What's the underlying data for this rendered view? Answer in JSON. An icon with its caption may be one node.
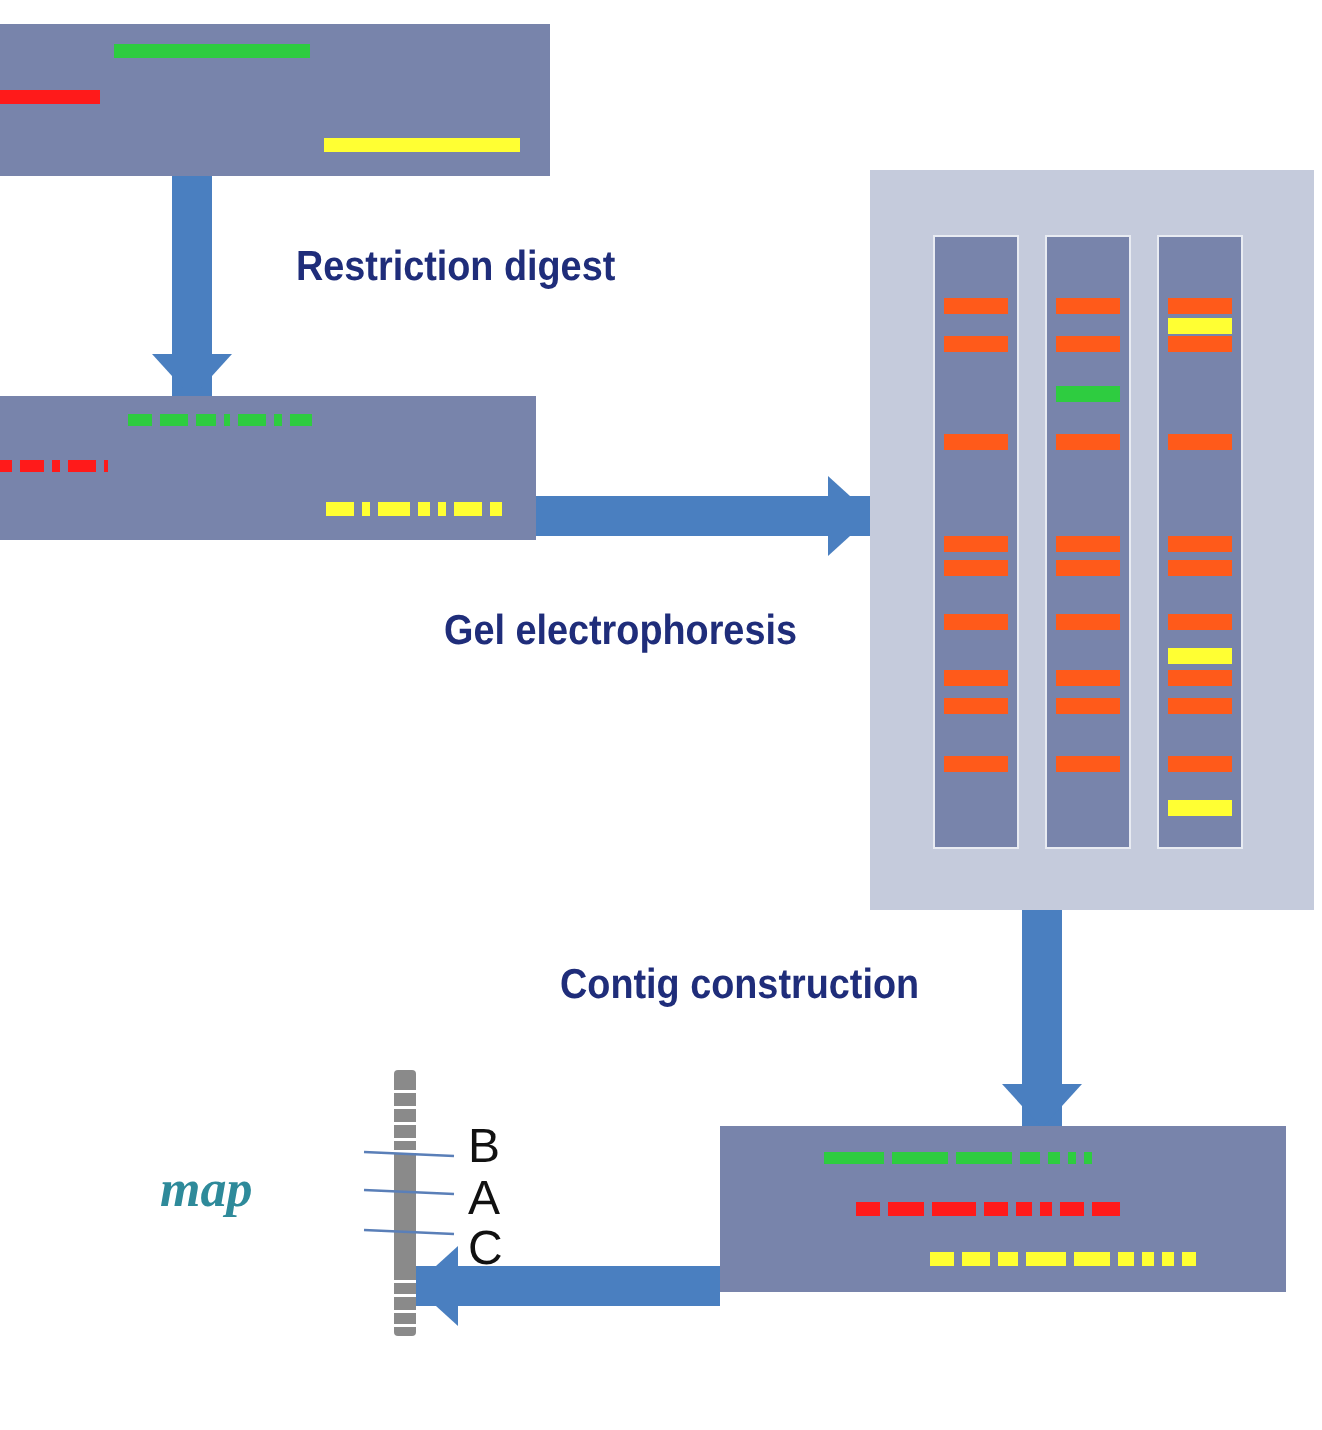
{
  "diagram": {
    "nodes": [
      {
        "text": [],
        "shape": "box"
      },
      {
        "text": [],
        "shape": "box"
      },
      {
        "text": [],
        "shape": "box"
      },
      {
        "text": [],
        "shape": "box"
      },
      {
        "text": [],
        "shape": "bar",
        "beside": [
          "map"
        ]
      }
    ],
    "edges": [
      {
        "from": 0,
        "to": 1,
        "arrow": "to",
        "label": "Restriction digest"
      },
      {
        "from": 1,
        "to": 2,
        "arrow": "to",
        "label": "Gel electrophoresis"
      },
      {
        "from": 2,
        "to": 3,
        "arrow": "to",
        "label": "Contig construction"
      },
      {
        "from": 3,
        "to": 4,
        "arrow": "to"
      }
    ],
    "labels": [
      "B",
      "A",
      "C"
    ]
  }
}
